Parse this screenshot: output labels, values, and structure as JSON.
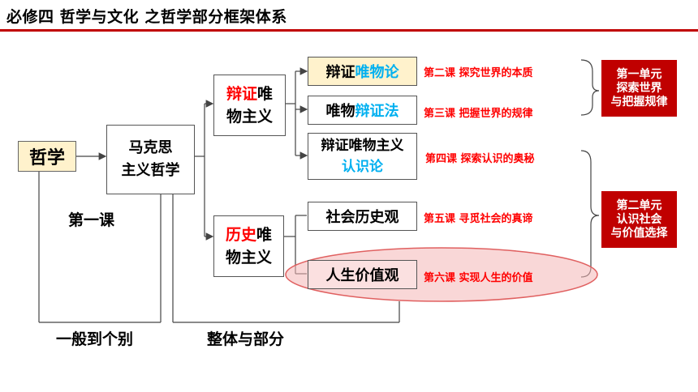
{
  "title": "必修四 哲学与文化 之哲学部分框架体系",
  "root": "哲学",
  "marxist": {
    "line1": "马克思",
    "line2": "主义哲学"
  },
  "lesson1": "第一课",
  "dialectical_materialism": {
    "red": "辩证",
    "rest1": "唯",
    "line2": "物主义"
  },
  "historical_materialism": {
    "red": "历史",
    "rest1": "唯",
    "line2": "物主义"
  },
  "items": [
    {
      "black": "辩证",
      "blue": "唯物论"
    },
    {
      "black": "唯物",
      "blue": "辩证法"
    },
    {
      "line1": "辩证唯物主义",
      "blue": "认识论"
    },
    {
      "text": "社会历史观"
    },
    {
      "text": "人生价值观"
    }
  ],
  "lessons": [
    "第二课 探究世界的本质",
    "第三课 把握世界的规律",
    "第四课 探索认识的奥秘",
    "第五课 寻觅社会的真谛",
    "第六课 实现人生的价值"
  ],
  "units": [
    {
      "l1": "第一单元",
      "l2": "探索世界",
      "l3": "与把握规律"
    },
    {
      "l1": "第二单元",
      "l2": "认识社会",
      "l3": "与价值选择"
    }
  ],
  "bottom": {
    "left": "一般到个别",
    "right": "整体与部分"
  },
  "colors": {
    "accent": "#c00000",
    "red": "#ff0000",
    "blue": "#00b0f0",
    "highlight": "#f4b6b6"
  }
}
